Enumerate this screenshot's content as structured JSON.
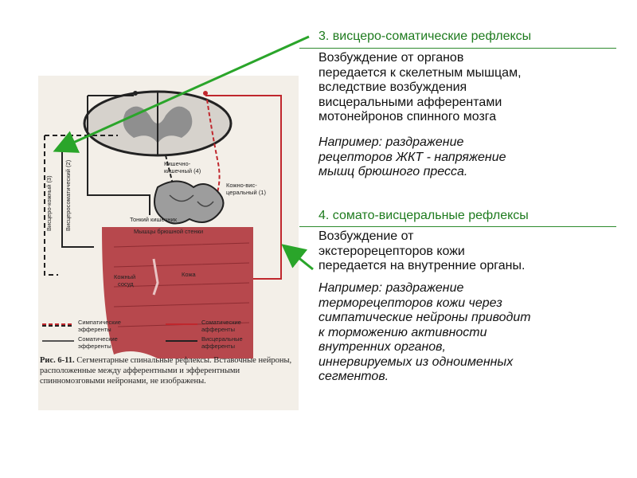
{
  "diagram": {
    "caption_label": "Рис. 6-11.",
    "caption_text": "Сегментарные спинальные рефлексы. Вставочные нейроны, расположенные между афферентными и эфферентными спинномозговыми нейронами, не изображены.",
    "labels": {
      "visceral_intestinal": "Кишечно-",
      "visceral_intestinal2": "кишечный (4)",
      "skin_visceral": "Кожно-вис-",
      "skin_visceral2": "церальный (1)",
      "small_intestine": "Тонкий кишечник",
      "abdominal_muscles": "Мышцы брюшной стенки",
      "skin_vessel1": "Кожный",
      "skin_vessel2": "сосуд",
      "skin": "Кожа",
      "viscero_skin": "Висцеро-кожный (3)",
      "viscero_somatic": "Висцеросоматический (2)"
    },
    "legend": {
      "sympathetic1": "Симпатические",
      "sympathetic2": "эфференты",
      "somatic_eff1": "Соматические",
      "somatic_eff2": "эфференты",
      "somatic_aff1": "Соматические",
      "somatic_aff2": "афференты",
      "visceral_aff1": "Висцеральные",
      "visceral_aff2": "афференты"
    },
    "colors": {
      "red": "#c0272d",
      "muscle": "#b7484d",
      "dark": "#222222"
    }
  },
  "section3": {
    "heading": "3. висцеро-соматические рефлексы",
    "body": "Возбуждение от органов\nпередается к скелетным мышцам,\nвследствие возбуждения\nвисцеральными афферентами\nмотонейронов спинного мозга",
    "example": "Например: раздражение\nрецепторов ЖКТ - напряжение\nмышц брюшного пресса."
  },
  "section4": {
    "heading": "4. сомато-висцеральные рефлексы",
    "body": "Возбуждение от\nэкстерорецепторов кожи\nпередается на внутренние органы.",
    "example": "Например: раздражение\nтерморецепторов кожи через\nсимпатические нейроны приводит\nк торможению активности\nвнутренних органов,\nиннервируемых из одноименных\nсегментов."
  }
}
